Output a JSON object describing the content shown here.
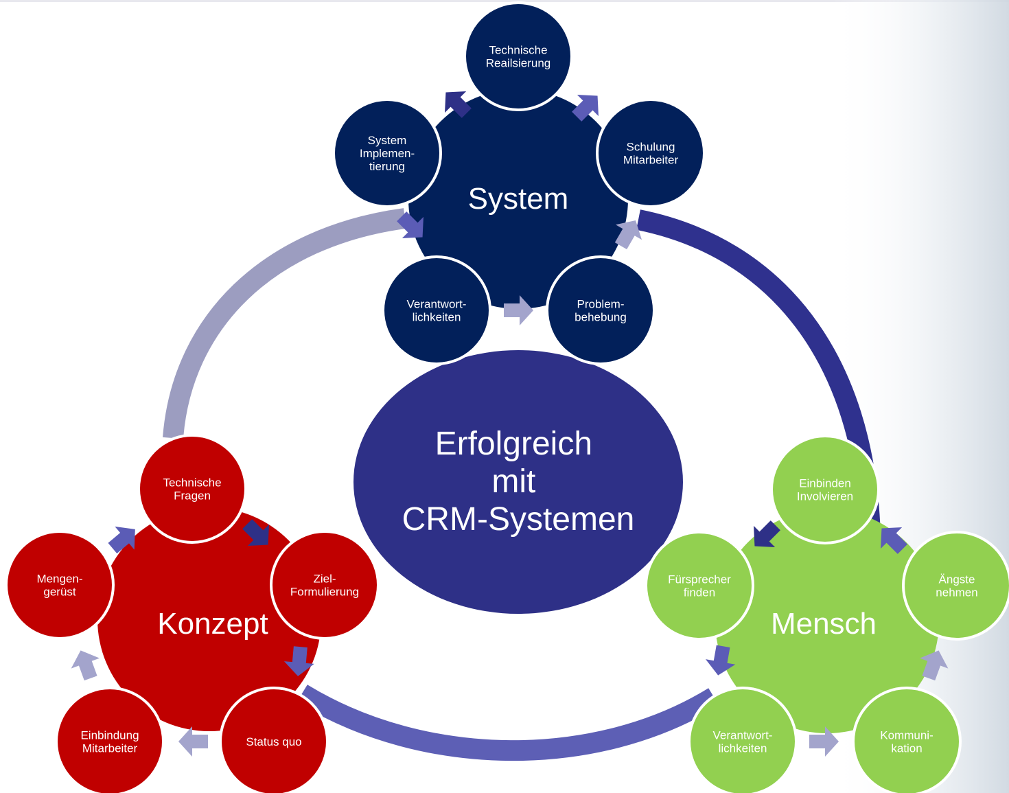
{
  "colors": {
    "system": "#02205a",
    "konzept": "#c00000",
    "mensch": "#92d050",
    "center": "#2e3087",
    "ring_light": "#9c9dc0",
    "ring_dark": "#2f318e",
    "ring_mid": "#5d5fb5",
    "arrow_dark": "#2e3087",
    "arrow_mid": "#5b5cb6",
    "arrow_light": "#a3a4cc"
  },
  "center": {
    "lines": [
      "Erfolgreich",
      "mit",
      "CRM-Systemen"
    ]
  },
  "clusters": [
    {
      "id": "system",
      "label": "System",
      "satellites": [
        {
          "lines": [
            "Technische",
            "Reailsierung"
          ]
        },
        {
          "lines": [
            "Schulung",
            "Mitarbeiter"
          ]
        },
        {
          "lines": [
            "Problem-",
            "behebung"
          ]
        },
        {
          "lines": [
            "Verantwort-",
            "lichkeiten"
          ]
        },
        {
          "lines": [
            "System",
            "Implemen-",
            "tierung"
          ]
        }
      ]
    },
    {
      "id": "konzept",
      "label": "Konzept",
      "satellites": [
        {
          "lines": [
            "Technische",
            "Fragen"
          ]
        },
        {
          "lines": [
            "Ziel-",
            "Formulierung"
          ]
        },
        {
          "lines": [
            "Status quo"
          ]
        },
        {
          "lines": [
            "Einbindung",
            "Mitarbeiter"
          ]
        },
        {
          "lines": [
            "Mengen-",
            "gerüst"
          ]
        }
      ]
    },
    {
      "id": "mensch",
      "label": "Mensch",
      "satellites": [
        {
          "lines": [
            "Einbinden",
            "Involvieren"
          ]
        },
        {
          "lines": [
            "Ängste",
            "nehmen"
          ]
        },
        {
          "lines": [
            "Kommuni-",
            "kation"
          ]
        },
        {
          "lines": [
            "Verantwort-",
            "lichkeiten"
          ]
        },
        {
          "lines": [
            "Fürsprecher",
            "finden"
          ]
        }
      ]
    }
  ]
}
